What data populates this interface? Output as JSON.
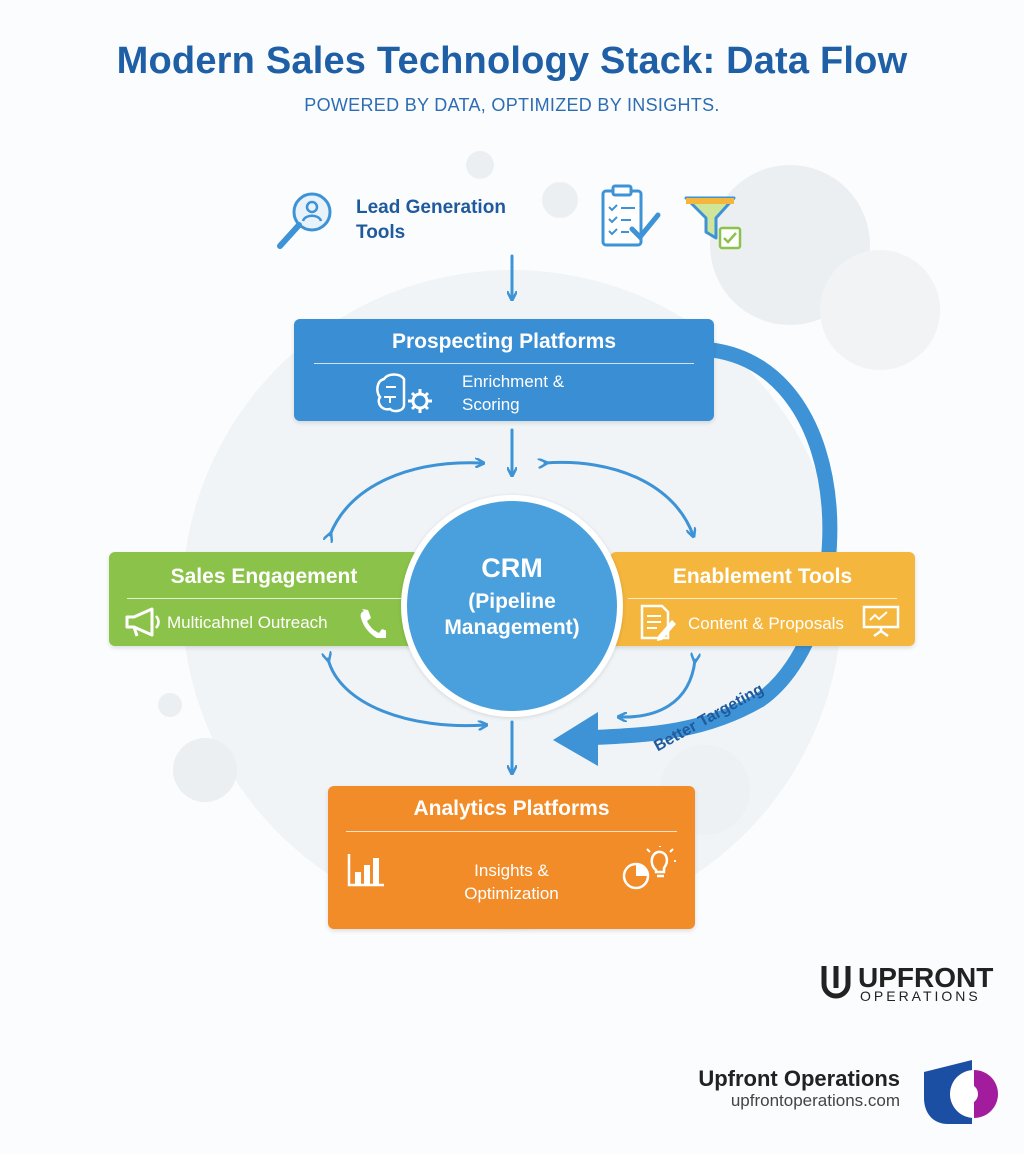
{
  "header": {
    "title": "Modern Sales Technology Stack: Data Flow",
    "subtitle": "POWERED BY DATA, OPTIMIZED BY INSIGHTS."
  },
  "lead_generation": {
    "label_line1": "Lead Generation",
    "label_line2": "Tools",
    "icons": [
      "search-user-icon",
      "clipboard-checklist-icon",
      "funnel-check-icon"
    ]
  },
  "prospecting": {
    "title": "Prospecting Platforms",
    "sub_line1": "Enrichment &",
    "sub_line2": "Scoring",
    "icon": "brain-gear-icon"
  },
  "crm": {
    "line1": "CRM",
    "line2": "(Pipeline",
    "line3": "Management)"
  },
  "sales_engagement": {
    "title": "Sales Engagement",
    "sub": "Multicahnel Outreach",
    "icons": [
      "megaphone-icon",
      "phone-icon"
    ]
  },
  "enablement": {
    "title": "Enablement Tools",
    "sub": "Content & Proposals",
    "icons": [
      "document-pencil-icon",
      "presentation-board-icon"
    ]
  },
  "analytics": {
    "title": "Analytics Platforms",
    "sub_line1": "Insights &",
    "sub_line2": "Optimization",
    "icons": [
      "bar-chart-icon",
      "pie-bulb-icon"
    ]
  },
  "feedback": {
    "label": "Better Targeting"
  },
  "logo": {
    "mark": "U",
    "word": "UPFRONT",
    "sub": "OPERATIONS"
  },
  "brand": {
    "name": "Upfront Operations",
    "url": "upfrontoperations.com"
  },
  "colors": {
    "title": "#1e5fa6",
    "prospecting": "#3a8ed3",
    "crm": "#4aa0dc",
    "sales_engagement": "#8bc34a",
    "enablement": "#f4b63d",
    "analytics": "#f28c28",
    "arrows": "#3d93d6"
  }
}
